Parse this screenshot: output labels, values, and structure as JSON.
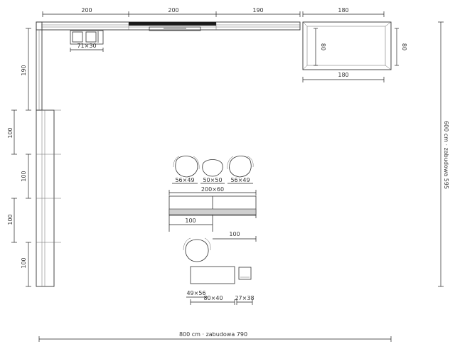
{
  "dims": {
    "top_1": "200",
    "top_2": "200",
    "top_3": "190",
    "top_4": "180",
    "left_1": "190",
    "left_2": "100",
    "left_3": "100",
    "left_4": "100",
    "left_5": "100",
    "box_inner_depth": "80",
    "box_outer_depth": "80",
    "box_width": "180",
    "right_total": "600 cm · zabudowa 595",
    "bottom_total": "800 cm · zabudowa 790"
  },
  "labels": {
    "sink": "71×30",
    "chair_1": "56×49",
    "chair_2": "50×50",
    "chair_3": "56×49",
    "table": "200×60",
    "table_half": "100",
    "bench_half": "100",
    "armchair": "49×56",
    "desk": "80×40",
    "stool": "27×38"
  }
}
